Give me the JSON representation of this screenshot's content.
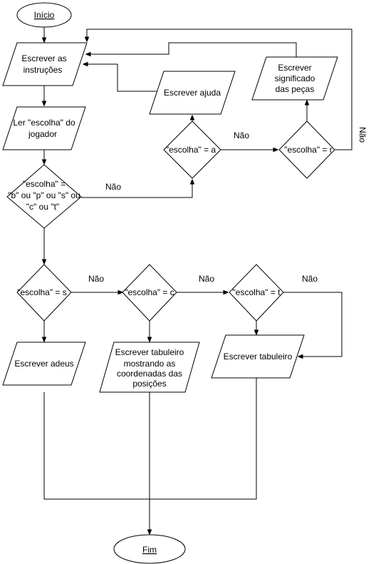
{
  "diagram": {
    "nodes": [
      {
        "id": "inicio",
        "lines": [
          "Início"
        ]
      },
      {
        "id": "escrever_instrucoes",
        "lines": [
          "Escrever as",
          "instruções"
        ]
      },
      {
        "id": "ler_escolha",
        "lines": [
          "Ler \"escolha\" do",
          "jogador"
        ]
      },
      {
        "id": "dec_valida",
        "lines": [
          "\"escolha\" =",
          "\"b\" ou \"p\" ou \"s\" ou",
          "\"c\" ou \"t\""
        ]
      },
      {
        "id": "dec_s",
        "lines": [
          "\"escolha\" = s"
        ]
      },
      {
        "id": "dec_c",
        "lines": [
          "\"escolha\" = c"
        ]
      },
      {
        "id": "dec_t",
        "lines": [
          "\"escolha\" = t"
        ]
      },
      {
        "id": "escrever_adeus",
        "lines": [
          "Escrever adeus"
        ]
      },
      {
        "id": "escrever_tab_coord",
        "lines": [
          "Escrever tabuleiro",
          "mostrando as",
          "coordenadas das",
          "posições"
        ]
      },
      {
        "id": "escrever_tabuleiro",
        "lines": [
          "Escrever tabuleiro"
        ]
      },
      {
        "id": "dec_a",
        "lines": [
          "\"escolha\" = a"
        ]
      },
      {
        "id": "dec_r",
        "lines": [
          "\"escolha\" = r"
        ]
      },
      {
        "id": "escrever_ajuda",
        "lines": [
          "Escrever ajuda"
        ]
      },
      {
        "id": "escrever_significado",
        "lines": [
          "Escrever",
          "significado",
          "das peças"
        ]
      },
      {
        "id": "fim",
        "lines": [
          "Fim"
        ]
      }
    ],
    "edge_labels": [
      {
        "id": "nao_valida",
        "text": "Não"
      },
      {
        "id": "nao_a",
        "text": "Não"
      },
      {
        "id": "nao_r",
        "text": "Não"
      },
      {
        "id": "nao_s",
        "text": "Não"
      },
      {
        "id": "nao_c",
        "text": "Não"
      },
      {
        "id": "nao_t",
        "text": "Não"
      }
    ]
  }
}
